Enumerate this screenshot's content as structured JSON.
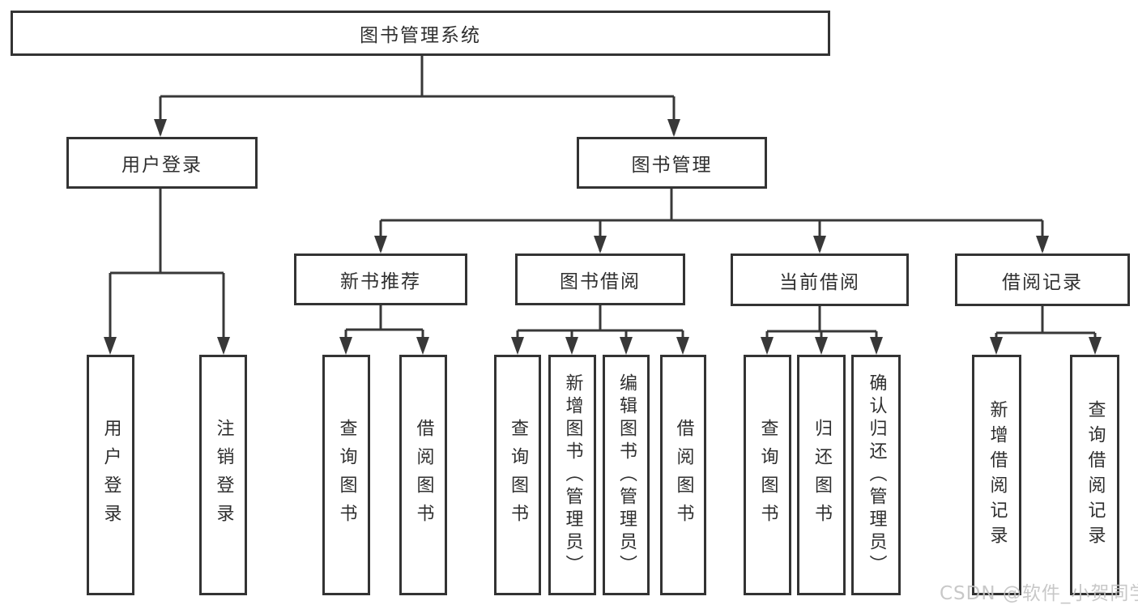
{
  "diagram": {
    "root": "图书管理系统",
    "login": {
      "label": "用户登录",
      "children": [
        "用户登录",
        "注销登录"
      ]
    },
    "mgmt": {
      "label": "图书管理"
    },
    "newbook": {
      "label": "新书推荐",
      "children": [
        "查询图书",
        "借阅图书"
      ]
    },
    "borrow": {
      "label": "图书借阅",
      "children": [
        "查询图书",
        "新增图书（管理员）",
        "编辑图书（管理员）",
        "借阅图书"
      ]
    },
    "current": {
      "label": "当前借阅",
      "children": [
        "查询图书",
        "归还图书",
        "确认归还（管理员）"
      ]
    },
    "records": {
      "label": "借阅记录",
      "children": [
        "新增借阅记录",
        "查询借阅记录"
      ]
    }
  },
  "watermark": "CSDN @软件_小贺同学",
  "colors": {
    "line": "#383838",
    "box_border": "#333333",
    "text": "#2f2f2f",
    "watermark": "#c3c3c3",
    "background": "#ffffff"
  }
}
